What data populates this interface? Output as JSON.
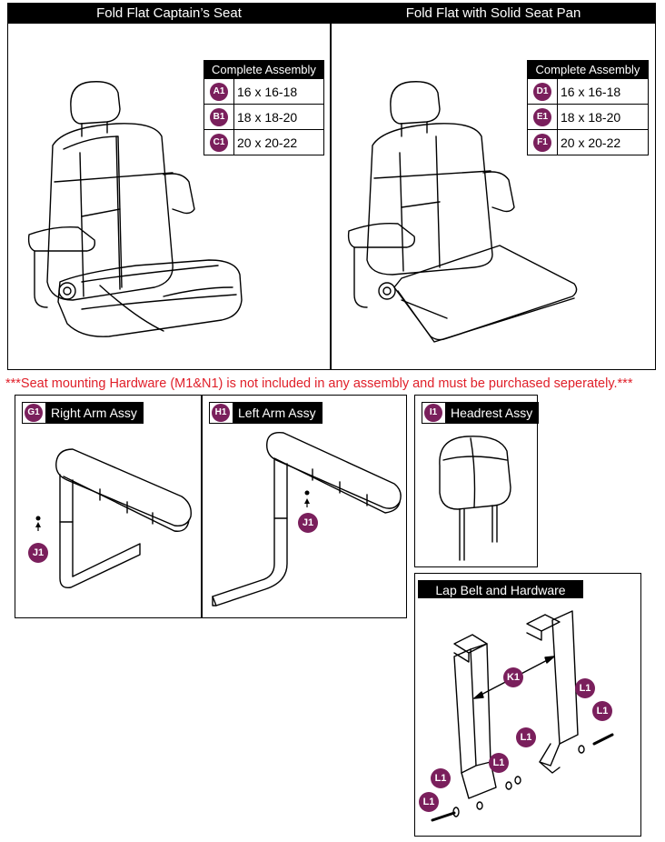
{
  "panels": {
    "captains_seat": {
      "title": "Fold Flat Captain’s Seat",
      "table_header": "Complete Assembly",
      "rows": [
        {
          "badge": "A1",
          "size": "16 x 16-18"
        },
        {
          "badge": "B1",
          "size": "18 x 18-20"
        },
        {
          "badge": "C1",
          "size": "20 x 20-22"
        }
      ]
    },
    "solid_seat_pan": {
      "title": "Fold Flat with Solid Seat Pan",
      "table_header": "Complete Assembly",
      "rows": [
        {
          "badge": "D1",
          "size": "16 x 16-18"
        },
        {
          "badge": "E1",
          "size": "18 x 18-20"
        },
        {
          "badge": "F1",
          "size": "20 x 20-22"
        }
      ]
    }
  },
  "warning": "***Seat mounting Hardware (M1&N1) is not included in any assembly and must be purchased seperately.***",
  "right_arm": {
    "badge": "G1",
    "label": "Right Arm Assy",
    "callout": "J1"
  },
  "left_arm": {
    "badge": "H1",
    "label": "Left Arm Assy",
    "callout": "J1"
  },
  "headrest": {
    "badge": "I1",
    "label": "Headrest Assy"
  },
  "lap_belt": {
    "label": "Lap Belt and Hardware",
    "callouts": [
      "K1",
      "L1",
      "L1",
      "L1",
      "L1",
      "L1",
      "L1"
    ]
  },
  "colors": {
    "badge": "#7a1f5c",
    "header": "#000000",
    "warning": "#e0202a"
  }
}
